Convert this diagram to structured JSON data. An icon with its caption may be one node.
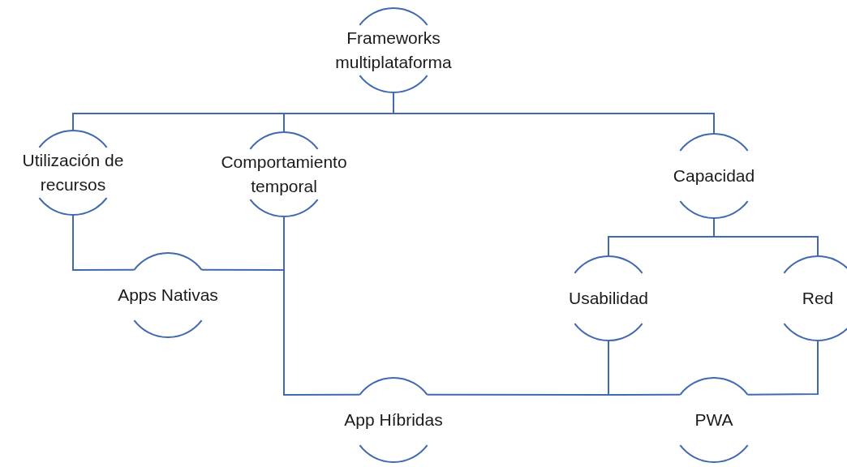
{
  "diagram": {
    "nodes": [
      {
        "text": [
          "Frameworks multiplataforma"
        ]
      },
      {
        "text": [
          "Utilización de recursos"
        ]
      },
      {
        "text": [
          "Comportamiento temporal"
        ]
      },
      {
        "text": [
          "Capacidad"
        ]
      },
      {
        "text": [
          "Apps Nativas"
        ]
      },
      {
        "text": [
          "Usabilidad"
        ]
      },
      {
        "text": [
          "Red"
        ]
      },
      {
        "text": [
          "App Híbridas"
        ]
      },
      {
        "text": [
          "PWA"
        ]
      }
    ],
    "edges": [
      {
        "from": 0,
        "to": 1,
        "arrow": "none"
      },
      {
        "from": 0,
        "to": 2,
        "arrow": "none"
      },
      {
        "from": 0,
        "to": 3,
        "arrow": "none"
      },
      {
        "from": 1,
        "to": 4,
        "arrow": "none"
      },
      {
        "from": 2,
        "to": 4,
        "arrow": "none"
      },
      {
        "from": 2,
        "to": 7,
        "arrow": "none"
      },
      {
        "from": 5,
        "to": 7,
        "arrow": "none"
      },
      {
        "from": 3,
        "to": 5,
        "arrow": "none"
      },
      {
        "from": 3,
        "to": 6,
        "arrow": "none"
      },
      {
        "from": 5,
        "to": 8,
        "arrow": "none"
      },
      {
        "from": 6,
        "to": 8,
        "arrow": "none"
      }
    ]
  }
}
